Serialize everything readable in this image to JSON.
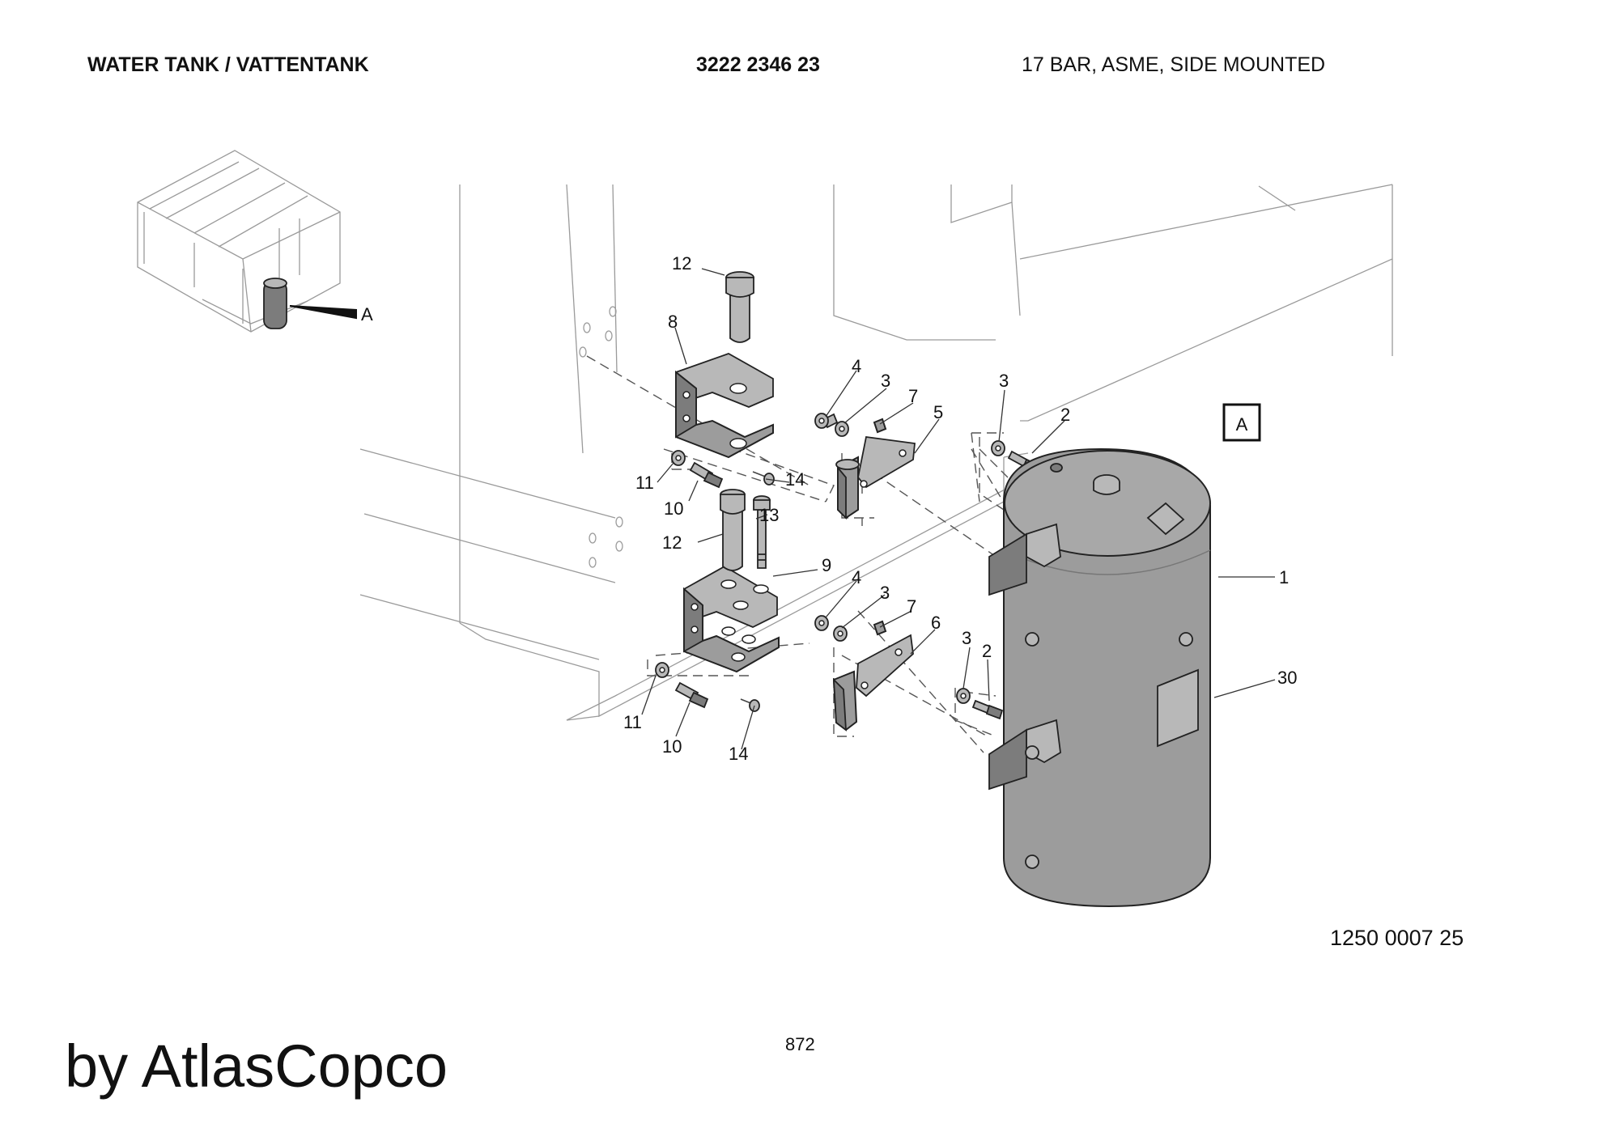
{
  "header": {
    "title": "WATER TANK / VATTENTANK",
    "part_number": "3222 2346 23",
    "specification": "17 BAR, ASME, SIDE MOUNTED"
  },
  "detail_marker": "A",
  "overview_marker": "A",
  "callouts": {
    "c1": "1",
    "c2a": "2",
    "c2b": "2",
    "c3a": "3",
    "c3b": "3",
    "c3c": "3",
    "c3d": "3",
    "c4a": "4",
    "c4b": "4",
    "c5": "5",
    "c6": "6",
    "c7a": "7",
    "c7b": "7",
    "c8": "8",
    "c9": "9",
    "c10a": "10",
    "c10b": "10",
    "c11a": "11",
    "c11b": "11",
    "c12a": "12",
    "c12b": "12",
    "c13": "13",
    "c14a": "14",
    "c14b": "14",
    "c30": "30"
  },
  "drawing_number": "1250 0007 25",
  "page_number": "872",
  "brand": "by AtlasCopco"
}
